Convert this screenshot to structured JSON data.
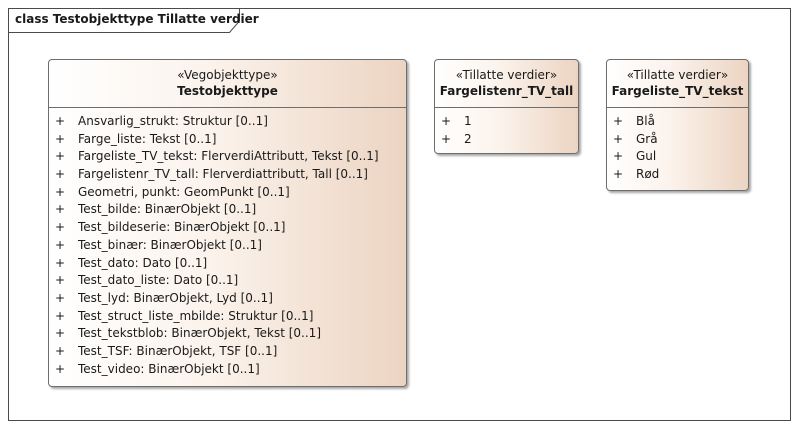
{
  "diagram": {
    "title": "class Testobjekttype Tillatte verdier",
    "classes": [
      {
        "stereotype": "«Vegobjekttype»",
        "name": "Testobjekttype",
        "attributes": [
          {
            "visibility": "+",
            "text": "Ansvarlig_strukt: Struktur [0..1]"
          },
          {
            "visibility": "+",
            "text": "Farge_liste: Tekst [0..1]"
          },
          {
            "visibility": "+",
            "text": "Fargeliste_TV_tekst: FlerverdiAttributt, Tekst [0..1]"
          },
          {
            "visibility": "+",
            "text": "Fargelistenr_TV_tall: Flerverdiattributt, Tall [0..1]"
          },
          {
            "visibility": "+",
            "text": "Geometri, punkt: GeomPunkt [0..1]"
          },
          {
            "visibility": "+",
            "text": "Test_bilde: BinærObjekt [0..1]"
          },
          {
            "visibility": "+",
            "text": "Test_bildeserie: BinærObjekt [0..1]"
          },
          {
            "visibility": "+",
            "text": "Test_binær: BinærObjekt [0..1]"
          },
          {
            "visibility": "+",
            "text": "Test_dato: Dato [0..1]"
          },
          {
            "visibility": "+",
            "text": "Test_dato_liste: Dato [0..1]"
          },
          {
            "visibility": "+",
            "text": "Test_lyd: BinærObjekt, Lyd [0..1]"
          },
          {
            "visibility": "+",
            "text": "Test_struct_liste_mbilde: Struktur [0..1]"
          },
          {
            "visibility": "+",
            "text": "Test_tekstblob: BinærObjekt, Tekst [0..1]"
          },
          {
            "visibility": "+",
            "text": "Test_TSF: BinærObjekt, TSF [0..1]"
          },
          {
            "visibility": "+",
            "text": "Test_video: BinærObjekt [0..1]"
          }
        ]
      },
      {
        "stereotype": "«Tillatte verdier»",
        "name": "Fargelistenr_TV_tall",
        "attributes": [
          {
            "visibility": "+",
            "text": "1"
          },
          {
            "visibility": "+",
            "text": "2"
          }
        ]
      },
      {
        "stereotype": "«Tillatte verdier»",
        "name": "Fargeliste_TV_tekst",
        "attributes": [
          {
            "visibility": "+",
            "text": "Blå"
          },
          {
            "visibility": "+",
            "text": "Grå"
          },
          {
            "visibility": "+",
            "text": "Gul"
          },
          {
            "visibility": "+",
            "text": "Rød"
          }
        ]
      }
    ]
  }
}
